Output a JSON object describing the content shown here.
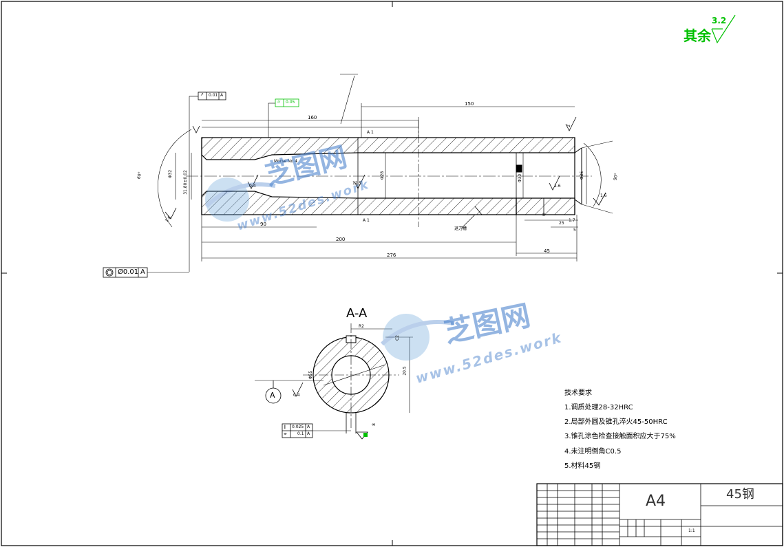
{
  "roughness": {
    "prefix": "其余",
    "value": "3.2"
  },
  "section_label": "A-A",
  "dims": {
    "len_160": "160",
    "len_150": "150",
    "len_90": "90",
    "len_200": "200",
    "len_276": "276",
    "len_45": "45",
    "d_32": "Φ32",
    "d_36": "Φ36",
    "d_28": "Φ28",
    "d_30": "Φ30",
    "d_28b": "Φ28",
    "bore": "31.80±0.02",
    "taper": "Morse No 4",
    "angle_60": "60°",
    "angle_90": "90°",
    "r1_6a": "1.6",
    "r1_6b": "1.6",
    "r0_4": "0.4",
    "r12_5": "12.5",
    "ch1_7": "1.7",
    "ch2": "2",
    "ch8": "8",
    "ch25": "25",
    "ch5": "5",
    "a1_top": "A  1",
    "a1_bot": "A  1",
    "note_top": "退刀槽",
    "r82": "R2",
    "d55": "Φ55",
    "d20": "20.5",
    "d8": "8",
    "chamfer_c": "C2"
  },
  "tolerances": {
    "runout": "0.01",
    "runout_ref": "A",
    "cyl": "0.05",
    "coax": "Ø0.01",
    "coax_ref": "A",
    "par": "0.025",
    "par_ref": "A",
    "sym": "0.1",
    "sym_ref": "A",
    "datum": "A",
    "r_sec": "0.4"
  },
  "tech_req": {
    "title": "技术要求",
    "items": [
      "1.调质处理28-32HRC",
      "2.局部外圆及锥孔淬火45-50HRC",
      "3.锥孔涂色检查接触面积应大于75%",
      "4.未注明倒角C0.5",
      "5.材料45钢"
    ]
  },
  "title_block": {
    "size": "A4",
    "material": "45钢",
    "scale": "1:1"
  },
  "watermark": {
    "cn": "芝图网",
    "url": "www.52des.work"
  }
}
